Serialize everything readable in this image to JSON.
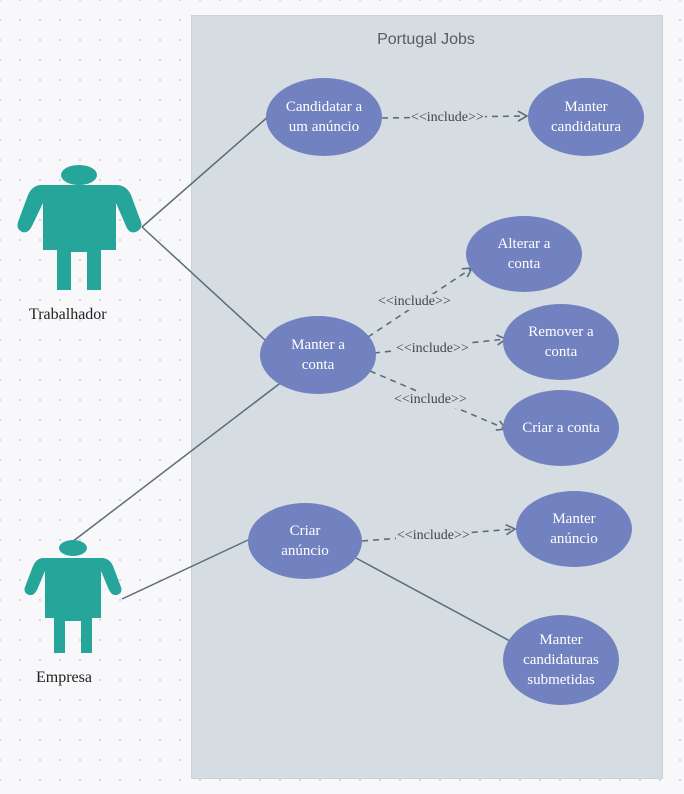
{
  "system": {
    "title": "Portugal Jobs"
  },
  "actors": {
    "trabalhador": "Trabalhador",
    "empresa": "Empresa"
  },
  "use_cases": {
    "candidatar": "Candidatar a\num anúncio",
    "manter_candidatura": "Manter\ncandidatura",
    "alterar_conta": "Alterar a\nconta",
    "manter_conta": "Manter a\nconta",
    "remover_conta": "Remover a\nconta",
    "criar_conta": "Criar a conta",
    "criar_anuncio": "Criar\nanúncio",
    "manter_anuncio": "Manter\nanúncio",
    "manter_candidaturas_submetidas": "Manter\ncandidaturas\nsubmetidas"
  },
  "relations": {
    "include_label": "<<include>>"
  },
  "colors": {
    "actor": "#26a69a",
    "use_case": "#7282c0",
    "boundary": "#d6dde2",
    "line": "#5a6e78"
  }
}
